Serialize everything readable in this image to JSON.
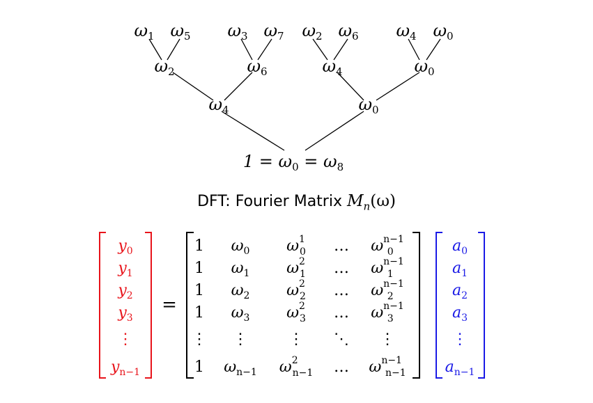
{
  "tree": {
    "leaves": [
      {
        "base": "ω",
        "sub": "1"
      },
      {
        "base": "ω",
        "sub": "5"
      },
      {
        "base": "ω",
        "sub": "3"
      },
      {
        "base": "ω",
        "sub": "7"
      },
      {
        "base": "ω",
        "sub": "2"
      },
      {
        "base": "ω",
        "sub": "6"
      },
      {
        "base": "ω",
        "sub": "4"
      },
      {
        "base": "ω",
        "sub": "0"
      }
    ],
    "level2": [
      {
        "base": "ω",
        "sub": "2"
      },
      {
        "base": "ω",
        "sub": "6"
      },
      {
        "base": "ω",
        "sub": "4"
      },
      {
        "base": "ω",
        "sub": "0"
      }
    ],
    "level3": [
      {
        "base": "ω",
        "sub": "4"
      },
      {
        "base": "ω",
        "sub": "0"
      }
    ],
    "root": {
      "prefix": "1 = ω",
      "sub1": "0",
      "middle": " = ω",
      "sub2": "8"
    }
  },
  "caption": {
    "text": "DFT: Fourier Matrix ",
    "math_base": "M",
    "math_sub": "n",
    "math_arg": "(ω)"
  },
  "equation": {
    "equals": "=",
    "y_color": "#e8141b",
    "a_color": "#1a1ae6",
    "y_vector": [
      {
        "base": "y",
        "sub": "0"
      },
      {
        "base": "y",
        "sub": "1"
      },
      {
        "base": "y",
        "sub": "2"
      },
      {
        "base": "y",
        "sub": "3"
      },
      {
        "base": "⋮",
        "sub": ""
      },
      {
        "base": "y",
        "sub": "n−1"
      }
    ],
    "a_vector": [
      {
        "base": "a",
        "sub": "0"
      },
      {
        "base": "a",
        "sub": "1"
      },
      {
        "base": "a",
        "sub": "2"
      },
      {
        "base": "a",
        "sub": "3"
      },
      {
        "base": "⋮",
        "sub": ""
      },
      {
        "base": "a",
        "sub": "n−1"
      }
    ],
    "matrix": [
      [
        {
          "b": "1"
        },
        {
          "b": "ω",
          "s": "0"
        },
        {
          "b": "ω",
          "s": "0",
          "p": "1"
        },
        {
          "b": "…"
        },
        {
          "b": "ω",
          "s": "0",
          "p": "n−1"
        }
      ],
      [
        {
          "b": "1"
        },
        {
          "b": "ω",
          "s": "1"
        },
        {
          "b": "ω",
          "s": "1",
          "p": "2"
        },
        {
          "b": "…"
        },
        {
          "b": "ω",
          "s": "1",
          "p": "n−1"
        }
      ],
      [
        {
          "b": "1"
        },
        {
          "b": "ω",
          "s": "2"
        },
        {
          "b": "ω",
          "s": "2",
          "p": "2"
        },
        {
          "b": "…"
        },
        {
          "b": "ω",
          "s": "2",
          "p": "n−1"
        }
      ],
      [
        {
          "b": "1"
        },
        {
          "b": "ω",
          "s": "3"
        },
        {
          "b": "ω",
          "s": "3",
          "p": "2"
        },
        {
          "b": "…"
        },
        {
          "b": "ω",
          "s": "3",
          "p": "n−1"
        }
      ],
      [
        {
          "b": "⋮"
        },
        {
          "b": "⋮"
        },
        {
          "b": "⋮"
        },
        {
          "b": "⋱"
        },
        {
          "b": "⋮"
        }
      ],
      [
        {
          "b": "1"
        },
        {
          "b": "ω",
          "s": "n−1"
        },
        {
          "b": "ω",
          "s": "n−1",
          "p": "2"
        },
        {
          "b": "…"
        },
        {
          "b": "ω",
          "s": "n−1",
          "p": "n−1"
        }
      ]
    ]
  }
}
